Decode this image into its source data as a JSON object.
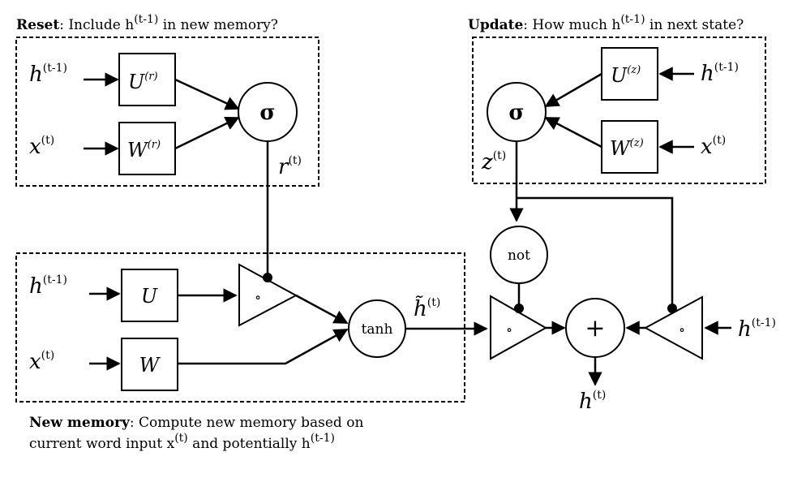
{
  "reset": {
    "title_bold": "Reset",
    "title_rest": ": Include h",
    "title_sup": "(t-1)",
    "title_tail": " in new memory?",
    "in_h": "h",
    "in_h_sup": "(t-1)",
    "in_x": "x",
    "in_x_sup": "(t)",
    "box_u": "U",
    "box_u_sup": "(r)",
    "box_w": "W",
    "box_w_sup": "(r)",
    "gate": "σ",
    "out": "r",
    "out_sup": "(t)"
  },
  "update": {
    "title_bold": "Update",
    "title_rest": ": How much h",
    "title_sup": "(t-1)",
    "title_tail": " in next state?",
    "in_h": "h",
    "in_h_sup": "(t-1)",
    "in_x": "x",
    "in_x_sup": "(t)",
    "box_u": "U",
    "box_u_sup": "(z)",
    "box_w": "W",
    "box_w_sup": "(z)",
    "gate": "σ",
    "out": "z",
    "out_sup": "(t)"
  },
  "new_memory": {
    "caption_bold": "New memory",
    "caption_line1": ": Compute new memory based on",
    "caption_line2_a": "current word input x",
    "caption_line2_sup": "(t)",
    "caption_line2_b": " and potentially h",
    "caption_line2_sup2": "(t-1)",
    "in_h": "h",
    "in_h_sup": "(t-1)",
    "in_x": "x",
    "in_x_sup": "(t)",
    "box_u": "U",
    "box_w": "W",
    "activation": "tanh",
    "out": "h̃",
    "out_sup": "(t)"
  },
  "combine": {
    "not_label": "not",
    "plus_label": "+",
    "hadamard": "∘",
    "in_h": "h",
    "in_h_sup": "(t-1)",
    "out": "h",
    "out_sup": "(t)"
  }
}
